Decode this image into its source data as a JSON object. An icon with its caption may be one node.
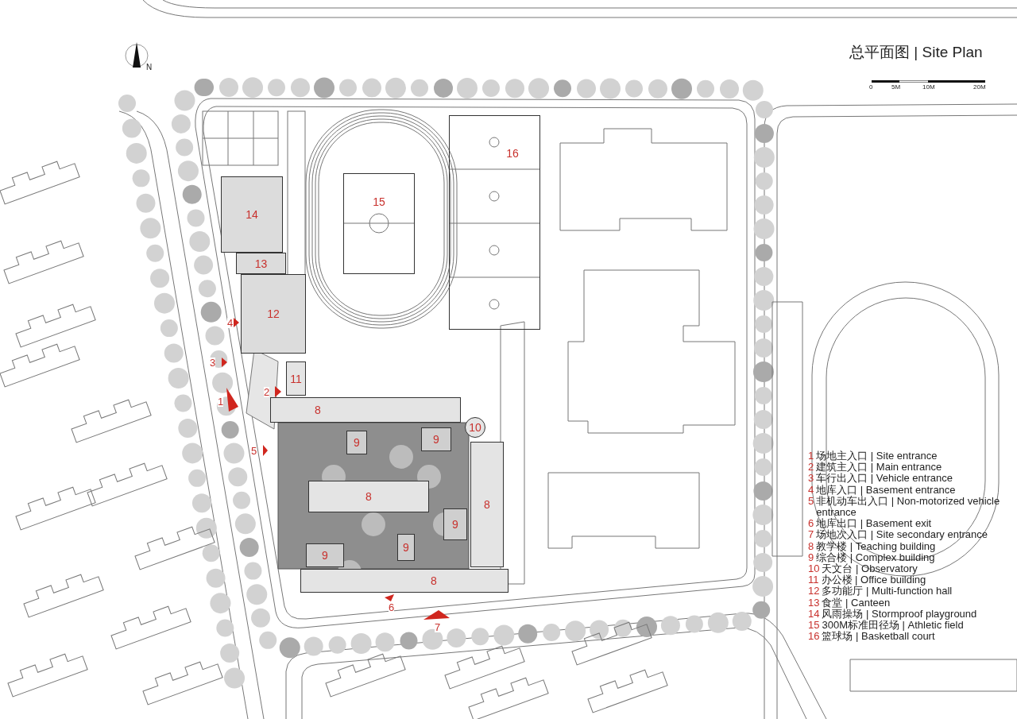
{
  "diagram": {
    "title": "总平面图 | Site Plan",
    "nodes": [
      {
        "text": [
          "16"
        ]
      },
      {
        "text": [
          "14"
        ]
      },
      {
        "text": [
          "15"
        ]
      },
      {
        "text": [
          "13"
        ]
      },
      {
        "text": [
          "12"
        ]
      },
      {
        "text": [
          "11"
        ]
      },
      {
        "text": [
          "8"
        ]
      },
      {
        "text": [
          "9"
        ]
      },
      {
        "text": [
          "9"
        ]
      },
      {
        "text": [
          "10"
        ]
      },
      {
        "text": [
          "8"
        ]
      },
      {
        "text": [
          "8"
        ]
      },
      {
        "text": [
          "9"
        ]
      },
      {
        "text": [
          "9"
        ]
      },
      {
        "text": [
          "9"
        ]
      },
      {
        "text": [
          "8"
        ]
      },
      {
        "text": [],
        "shape": "triangle",
        "beside": [
          "4"
        ]
      },
      {
        "text": [],
        "shape": "triangle",
        "beside": [
          "3"
        ]
      },
      {
        "text": [],
        "shape": "triangle",
        "beside": [
          "2"
        ]
      },
      {
        "text": [],
        "shape": "triangle",
        "beside": [
          "1"
        ]
      },
      {
        "text": [],
        "shape": "triangle",
        "beside": [
          "5"
        ]
      },
      {
        "text": [],
        "shape": "triangle",
        "beside": [
          "6"
        ]
      },
      {
        "text": [],
        "shape": "triangle",
        "beside": [
          "7"
        ]
      }
    ],
    "labels": [
      "0",
      "5M",
      "10M",
      "20M",
      "N",
      "1",
      "场地主入口 | Site entrance",
      "2",
      "建筑主入口 | Main entrance",
      "3",
      "车行出入口 | Vehicle entrance",
      "4",
      "地库入口 | Basement entrance",
      "5",
      "非机动车出入口 | Non-motorized vehicle entrance",
      "6",
      "地库出口 | Basement exit",
      "7",
      "场地次入口 | Site secondary entrance",
      "8",
      "教学楼 | Teaching building",
      "9",
      "综合楼 | Complex building",
      "10",
      "天文台 | Observatory",
      "11",
      "办公楼 | Office building",
      "12",
      "多功能厅 | Multi-function hall",
      "13",
      "食堂 | Canteen",
      "14",
      "风雨操场 | Stormproof playground",
      "15",
      "300M标准田径场 | Athletic field",
      "16",
      "篮球场 | Basketball court"
    ]
  }
}
